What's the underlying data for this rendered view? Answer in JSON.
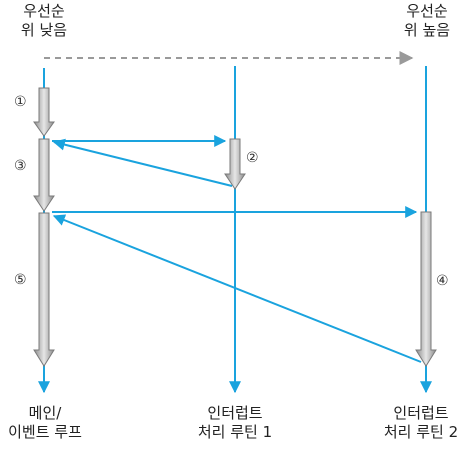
{
  "diagram": {
    "priority_low": {
      "line1": "우선순",
      "line2": "위 낮음"
    },
    "priority_high": {
      "line1": "우선순",
      "line2": "위 높음"
    },
    "lanes": [
      {
        "line1": "메인/",
        "line2": "이벤트 루프"
      },
      {
        "line1": "인터럽트",
        "line2": "처리 루틴 1"
      },
      {
        "line1": "인터럽트",
        "line2": "처리 루틴 2"
      }
    ],
    "steps": [
      "①",
      "②",
      "③",
      "④",
      "⑤"
    ],
    "colors": {
      "lane": "#1aa3de",
      "bar_dark": "#8a8a8a",
      "bar_light": "#e6e6e6",
      "dashed": "#9a9a9a"
    }
  }
}
